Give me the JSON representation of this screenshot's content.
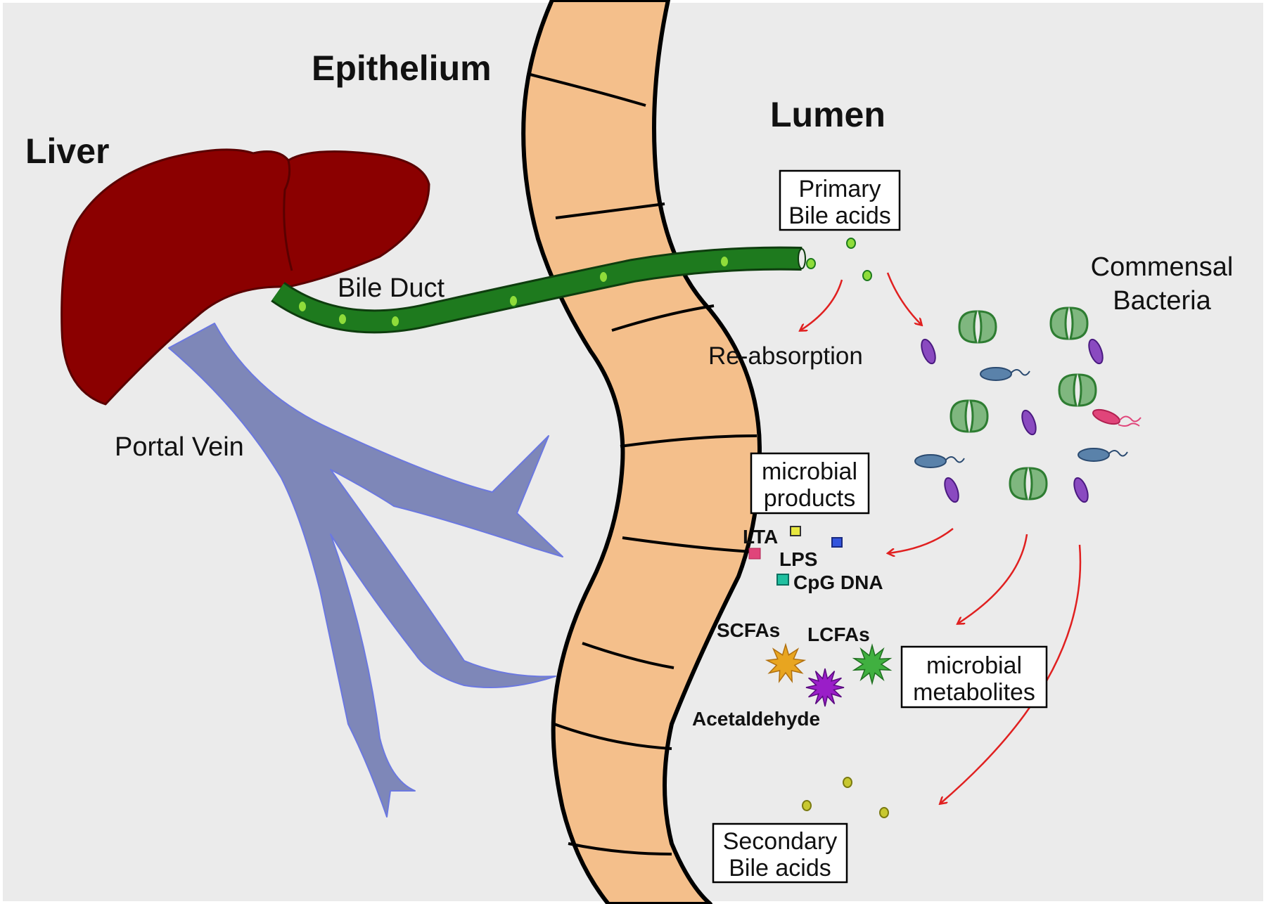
{
  "headings": {
    "liver": "Liver",
    "epithelium": "Epithelium",
    "lumen": "Lumen"
  },
  "labels": {
    "bile_duct": "Bile Duct",
    "portal_vein": "Portal Vein",
    "reabsorption": "Re-absorption",
    "commensal_line1": "Commensal",
    "commensal_line2": "Bacteria",
    "lta": "LTA",
    "lps": "LPS",
    "cpg": "CpG DNA",
    "scfas": "SCFAs",
    "lcfas": "LCFAs",
    "acetaldehyde": "Acetaldehyde"
  },
  "boxes": {
    "primary": [
      "Primary",
      "Bile acids"
    ],
    "products": [
      "microbial",
      "products"
    ],
    "metabolites": [
      "microbial",
      "metabolites"
    ],
    "secondary": [
      "Secondary",
      "Bile acids"
    ]
  },
  "colors": {
    "background": "#ebebeb",
    "liver": "#8b0000",
    "bile_duct": "#1e7a1e",
    "bile_dot": "#8fdc3a",
    "portal_vein": "#7e87b8",
    "epithelium": "#f4bf8b",
    "arrow": "#e02020",
    "lta_marker": "#e0457a",
    "lps_marker": "#3355dd",
    "cpg_marker": "#20c0a0",
    "yellow_marker": "#e8e840",
    "scfa_star": "#e8a520",
    "lcfa_star": "#40b040",
    "acetaldehyde_star": "#9a1ec8",
    "secondary_dot": "#c8c830"
  },
  "icons": [
    "liver-icon",
    "bile-duct-icon",
    "portal-vein-icon",
    "epithelium-wall",
    "cocci-bacterium-icon",
    "rod-bacterium-icon",
    "flagellated-bacterium-icon",
    "star-molecule-icon"
  ]
}
